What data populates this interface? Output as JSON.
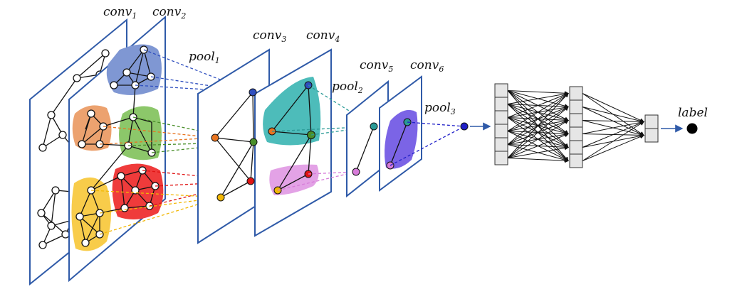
{
  "labels": {
    "conv1": {
      "base": "conv",
      "sub": "1"
    },
    "conv2": {
      "base": "conv",
      "sub": "2"
    },
    "pool1": {
      "base": "pool",
      "sub": "1"
    },
    "conv3": {
      "base": "conv",
      "sub": "3"
    },
    "conv4": {
      "base": "conv",
      "sub": "4"
    },
    "pool2": {
      "base": "pool",
      "sub": "2"
    },
    "conv5": {
      "base": "conv",
      "sub": "5"
    },
    "conv6": {
      "base": "conv",
      "sub": "6"
    },
    "pool3": {
      "base": "pool",
      "sub": "3"
    },
    "output": "label"
  },
  "colors": {
    "panel_border": "#2f5aa8",
    "cluster_blue": "#7f97d3",
    "cluster_orange": "#eca26f",
    "cluster_green": "#8cc76a",
    "cluster_yellow": "#f8cc4a",
    "cluster_red": "#ef3b3b",
    "cluster_teal": "#4dbcba",
    "cluster_pink": "#e3a2e6",
    "cluster_purple": "#7b64e6",
    "node_blue": "#2f4fbf",
    "node_orange": "#e8741f",
    "node_green": "#4a8f2a",
    "node_red": "#e01414",
    "node_yellow": "#f2b705",
    "node_teal": "#2a9a96",
    "node_pink": "#d77bd9",
    "pool3_node": "#2020c8",
    "fc_unit_fill": "#e6e6e6",
    "label_node": "#000000"
  },
  "fc_layers": {
    "units_per_layer": [
      6,
      6,
      2
    ]
  }
}
